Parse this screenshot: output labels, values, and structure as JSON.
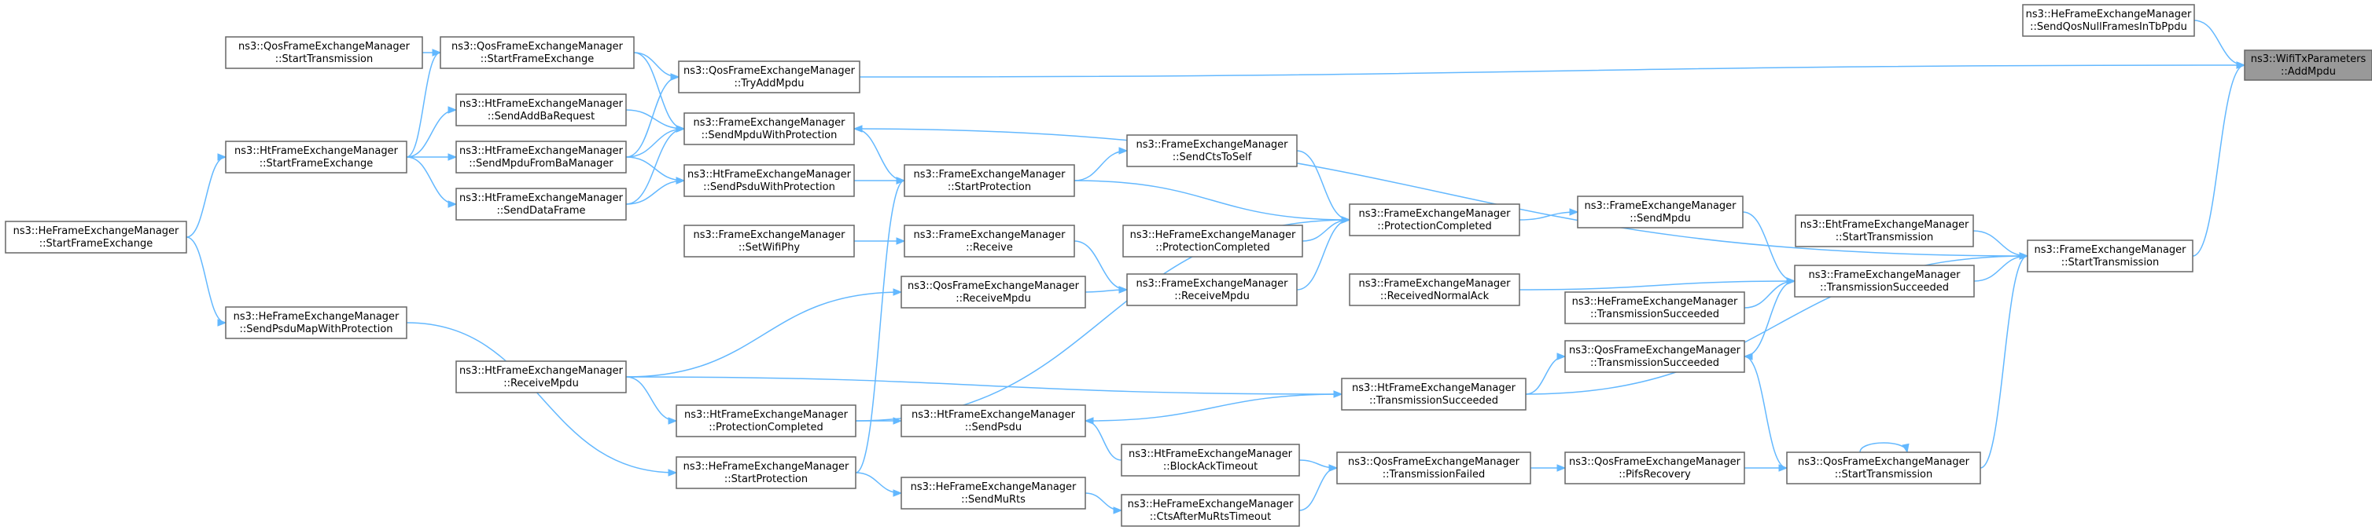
{
  "graph": {
    "root": "addmpdu",
    "nodes": [
      {
        "id": "addmpdu",
        "line1": "ns3::WifiTxParameters",
        "line2": "::AddMpdu",
        "root": true
      },
      {
        "id": "he_sendqosnull",
        "line1": "ns3::HeFrameExchangeManager",
        "line2": "::SendQosNullFramesInTbPpdu"
      },
      {
        "id": "qos_tryaddmpdu",
        "line1": "ns3::QosFrameExchangeManager",
        "line2": "::TryAddMpdu"
      },
      {
        "id": "fem_sendmpduwp",
        "line1": "ns3::FrameExchangeManager",
        "line2": "::SendMpduWithProtection"
      },
      {
        "id": "fem_starttx",
        "line1": "ns3::FrameExchangeManager",
        "line2": "::StartTransmission"
      },
      {
        "id": "qos_startfe",
        "line1": "ns3::QosFrameExchangeManager",
        "line2": "::StartFrameExchange"
      },
      {
        "id": "qos_starttx_left",
        "line1": "ns3::QosFrameExchangeManager",
        "line2": "::StartTransmission"
      },
      {
        "id": "ht_sendaddba",
        "line1": "ns3::HtFrameExchangeManager",
        "line2": "::SendAddBaRequest"
      },
      {
        "id": "ht_startfe",
        "line1": "ns3::HtFrameExchangeManager",
        "line2": "::StartFrameExchange"
      },
      {
        "id": "ht_sendmpdufromba",
        "line1": "ns3::HtFrameExchangeManager",
        "line2": "::SendMpduFromBaManager"
      },
      {
        "id": "ht_senddataframe",
        "line1": "ns3::HtFrameExchangeManager",
        "line2": "::SendDataFrame"
      },
      {
        "id": "he_startfe",
        "line1": "ns3::HeFrameExchangeManager",
        "line2": "::StartFrameExchange"
      },
      {
        "id": "ht_sendpsduwp",
        "line1": "ns3::HtFrameExchangeManager",
        "line2": "::SendPsduWithProtection"
      },
      {
        "id": "fem_startprot",
        "line1": "ns3::FrameExchangeManager",
        "line2": "::StartProtection"
      },
      {
        "id": "fem_sendctstoself",
        "line1": "ns3::FrameExchangeManager",
        "line2": "::SendCtsToSelf"
      },
      {
        "id": "fem_protcompleted",
        "line1": "ns3::FrameExchangeManager",
        "line2": "::ProtectionCompleted"
      },
      {
        "id": "fem_sendmpdu",
        "line1": "ns3::FrameExchangeManager",
        "line2": "::SendMpdu"
      },
      {
        "id": "eht_starttx",
        "line1": "ns3::EhtFrameExchangeManager",
        "line2": "::StartTransmission"
      },
      {
        "id": "fem_txsucceeded",
        "line1": "ns3::FrameExchangeManager",
        "line2": "::TransmissionSucceeded"
      },
      {
        "id": "fem_setwifiphy",
        "line1": "ns3::FrameExchangeManager",
        "line2": "::SetWifiPhy"
      },
      {
        "id": "fem_receive",
        "line1": "ns3::FrameExchangeManager",
        "line2": "::Receive"
      },
      {
        "id": "he_protcompleted",
        "line1": "ns3::HeFrameExchangeManager",
        "line2": "::ProtectionCompleted"
      },
      {
        "id": "fem_receivempdu",
        "line1": "ns3::FrameExchangeManager",
        "line2": "::ReceiveMpdu"
      },
      {
        "id": "fem_recvnormalack",
        "line1": "ns3::FrameExchangeManager",
        "line2": "::ReceivedNormalAck"
      },
      {
        "id": "he_txsucceeded",
        "line1": "ns3::HeFrameExchangeManager",
        "line2": "::TransmissionSucceeded"
      },
      {
        "id": "qos_receivempdu",
        "line1": "ns3::QosFrameExchangeManager",
        "line2": "::ReceiveMpdu"
      },
      {
        "id": "he_sendpsdumapwp",
        "line1": "ns3::HeFrameExchangeManager",
        "line2": "::SendPsduMapWithProtection"
      },
      {
        "id": "qos_txsucceeded",
        "line1": "ns3::QosFrameExchangeManager",
        "line2": "::TransmissionSucceeded"
      },
      {
        "id": "ht_receivempdu",
        "line1": "ns3::HtFrameExchangeManager",
        "line2": "::ReceiveMpdu"
      },
      {
        "id": "ht_txsucceeded",
        "line1": "ns3::HtFrameExchangeManager",
        "line2": "::TransmissionSucceeded"
      },
      {
        "id": "ht_protcompleted",
        "line1": "ns3::HtFrameExchangeManager",
        "line2": "::ProtectionCompleted"
      },
      {
        "id": "ht_sendpsdu",
        "line1": "ns3::HtFrameExchangeManager",
        "line2": "::SendPsdu"
      },
      {
        "id": "ht_blockacktimeout",
        "line1": "ns3::HtFrameExchangeManager",
        "line2": "::BlockAckTimeout"
      },
      {
        "id": "qos_txfailed",
        "line1": "ns3::QosFrameExchangeManager",
        "line2": "::TransmissionFailed"
      },
      {
        "id": "qos_pifsrecovery",
        "line1": "ns3::QosFrameExchangeManager",
        "line2": "::PifsRecovery"
      },
      {
        "id": "qos_starttx_right",
        "line1": "ns3::QosFrameExchangeManager",
        "line2": "::StartTransmission"
      },
      {
        "id": "he_startprot",
        "line1": "ns3::HeFrameExchangeManager",
        "line2": "::StartProtection"
      },
      {
        "id": "he_sendmurts",
        "line1": "ns3::HeFrameExchangeManager",
        "line2": "::SendMuRts"
      },
      {
        "id": "he_ctsaftermurtstimeout",
        "line1": "ns3::HeFrameExchangeManager",
        "line2": "::CtsAfterMuRtsTimeout"
      }
    ],
    "edges": [
      {
        "from": "addmpdu",
        "to": "he_sendqosnull"
      },
      {
        "from": "addmpdu",
        "to": "qos_tryaddmpdu"
      },
      {
        "from": "addmpdu",
        "to": "fem_starttx"
      },
      {
        "from": "qos_tryaddmpdu",
        "to": "qos_startfe"
      },
      {
        "from": "qos_tryaddmpdu",
        "to": "ht_sendmpdufromba"
      },
      {
        "from": "qos_startfe",
        "to": "qos_starttx_left"
      },
      {
        "from": "qos_startfe",
        "to": "ht_startfe"
      },
      {
        "from": "ht_startfe",
        "to": "he_startfe"
      },
      {
        "from": "ht_sendaddba",
        "to": "ht_startfe"
      },
      {
        "from": "ht_sendmpdufromba",
        "to": "ht_startfe"
      },
      {
        "from": "ht_senddataframe",
        "to": "ht_startfe"
      },
      {
        "from": "fem_sendmpduwp",
        "to": "qos_startfe"
      },
      {
        "from": "fem_sendmpduwp",
        "to": "ht_sendaddba"
      },
      {
        "from": "fem_sendmpduwp",
        "to": "ht_sendmpdufromba"
      },
      {
        "from": "fem_sendmpduwp",
        "to": "ht_senddataframe"
      },
      {
        "from": "fem_sendmpduwp",
        "to": "fem_starttx"
      },
      {
        "from": "fem_startprot",
        "to": "fem_sendmpduwp"
      },
      {
        "from": "fem_startprot",
        "to": "ht_sendpsduwp"
      },
      {
        "from": "fem_startprot",
        "to": "he_startprot"
      },
      {
        "from": "ht_sendpsduwp",
        "to": "ht_sendmpdufromba"
      },
      {
        "from": "ht_sendpsduwp",
        "to": "ht_senddataframe"
      },
      {
        "from": "fem_sendctstoself",
        "to": "fem_startprot"
      },
      {
        "from": "fem_protcompleted",
        "to": "fem_sendctstoself"
      },
      {
        "from": "fem_protcompleted",
        "to": "fem_startprot"
      },
      {
        "from": "fem_protcompleted",
        "to": "he_protcompleted"
      },
      {
        "from": "fem_protcompleted",
        "to": "fem_receivempdu"
      },
      {
        "from": "fem_protcompleted",
        "to": "ht_protcompleted"
      },
      {
        "from": "fem_sendmpdu",
        "to": "fem_protcompleted"
      },
      {
        "from": "fem_txsucceeded",
        "to": "fem_sendmpdu"
      },
      {
        "from": "fem_txsucceeded",
        "to": "fem_recvnormalack"
      },
      {
        "from": "fem_txsucceeded",
        "to": "he_txsucceeded"
      },
      {
        "from": "fem_txsucceeded",
        "to": "qos_txsucceeded"
      },
      {
        "from": "fem_starttx",
        "to": "eht_starttx"
      },
      {
        "from": "fem_starttx",
        "to": "fem_txsucceeded"
      },
      {
        "from": "fem_starttx",
        "to": "ht_txsucceeded"
      },
      {
        "from": "fem_starttx",
        "to": "qos_starttx_right"
      },
      {
        "from": "fem_receive",
        "to": "fem_setwifiphy"
      },
      {
        "from": "fem_receivempdu",
        "to": "fem_receive"
      },
      {
        "from": "fem_receivempdu",
        "to": "qos_receivempdu"
      },
      {
        "from": "qos_receivempdu",
        "to": "ht_receivempdu"
      },
      {
        "from": "qos_txsucceeded",
        "to": "ht_txsucceeded"
      },
      {
        "from": "qos_txsucceeded",
        "to": "qos_starttx_right"
      },
      {
        "from": "ht_txsucceeded",
        "to": "ht_receivempdu"
      },
      {
        "from": "ht_txsucceeded",
        "to": "ht_sendpsdu"
      },
      {
        "from": "ht_protcompleted",
        "to": "ht_receivempdu"
      },
      {
        "from": "ht_sendpsdu",
        "to": "ht_protcompleted"
      },
      {
        "from": "ht_sendpsdu",
        "to": "ht_blockacktimeout"
      },
      {
        "from": "he_startprot",
        "to": "he_sendpsdumapwp"
      },
      {
        "from": "he_sendpsdumapwp",
        "to": "he_startfe"
      },
      {
        "from": "qos_txfailed",
        "to": "ht_blockacktimeout"
      },
      {
        "from": "qos_txfailed",
        "to": "he_ctsaftermurtstimeout"
      },
      {
        "from": "qos_pifsrecovery",
        "to": "qos_txfailed"
      },
      {
        "from": "qos_starttx_right",
        "to": "qos_pifsrecovery"
      },
      {
        "from": "qos_starttx_right",
        "to": "qos_starttx_right"
      },
      {
        "from": "he_sendmurts",
        "to": "he_startprot"
      },
      {
        "from": "he_ctsaftermurtstimeout",
        "to": "he_sendmurts"
      }
    ]
  },
  "colors": {
    "edge": "#63b8ff",
    "node_border": "#666666",
    "node_fill": "#ffffff",
    "root_fill": "#999999",
    "text": "#000000"
  }
}
